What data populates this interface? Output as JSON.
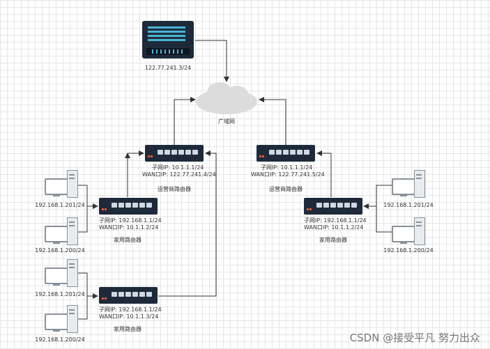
{
  "diagram": {
    "server": {
      "ip_label": "122.77.241.3/24"
    },
    "internet": {
      "label": "广域网"
    },
    "isp_routers": [
      {
        "subnet_ip": "子网IP:   10.1.1.1/24",
        "wan_ip": "WAN口IP:  122.77.241.4/24",
        "name": "运营商路由器"
      },
      {
        "subnet_ip": "子网IP:   10.1.1.1/24",
        "wan_ip": "WAN口IP:  122.77.241.5/24",
        "name": "运营商路由器"
      }
    ],
    "home_routers": [
      {
        "subnet_ip": "子网IP:   192.168.1.1/24",
        "wan_ip": "WAN口IP:  10.1.1.2/24",
        "name": "家用路由器"
      },
      {
        "subnet_ip": "子网IP:   192.168.1.1/24",
        "wan_ip": "WAN口IP:  10.1.1.3/24",
        "name": "家用路由器"
      },
      {
        "subnet_ip": "子网IP:   192.168.1.1/24",
        "wan_ip": "WAN口IP:  10.1.1.2/24",
        "name": "家用路由器"
      }
    ],
    "hosts": [
      "192.168.1.201/24",
      "192.168.1.200/24",
      "192.168.1.201/24",
      "192.168.1.200/24",
      "192.168.1.201/24",
      "192.168.1.200/24"
    ]
  },
  "watermark": "CSDN @接受平凡 努力出众",
  "colors": {
    "device": "#1e2a3a",
    "port": "#cfd8e3",
    "line": "#333333",
    "cloud": "#dcdcdc"
  }
}
